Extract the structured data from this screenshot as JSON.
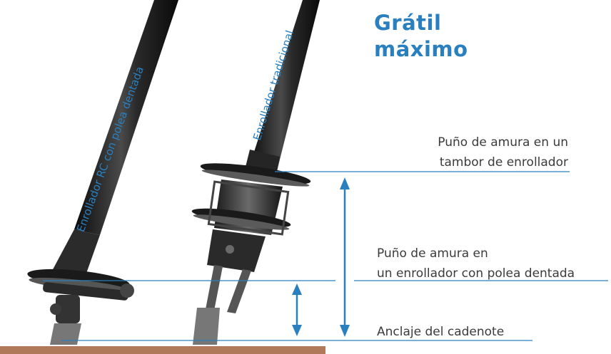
{
  "title": {
    "line1": "Grátil",
    "line2": "máximo"
  },
  "labels": {
    "furler_rc": "Enrollador RC con polea dentada",
    "furler_traditional": "Enrollador tradicional",
    "tack_drum_line1": "Puño de amura en un",
    "tack_drum_line2": "tambor de enrollador",
    "tack_pulley_line1": "Puño de amura en",
    "tack_pulley_line2": "un enrollador con polea dentada",
    "chainplate": "Anclaje del cadenote"
  },
  "colors": {
    "accent": "#2a7fbf",
    "text": "#3b3b3b",
    "deck": "#b07a5a",
    "rod": "#1c1c1c"
  }
}
